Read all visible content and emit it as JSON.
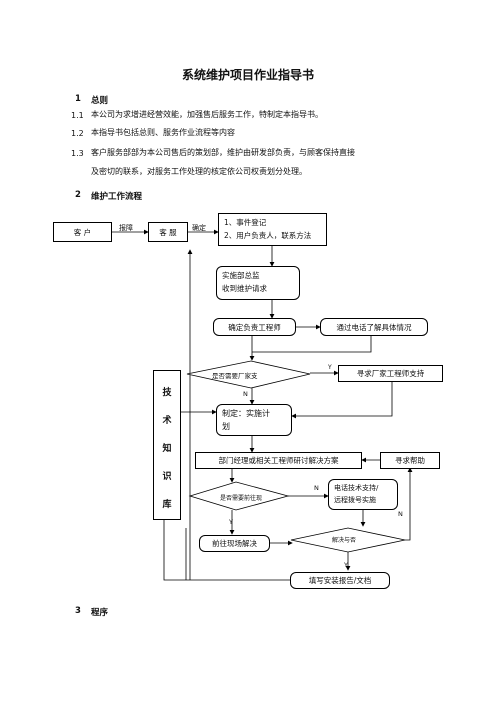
{
  "document": {
    "title": "系统维护项目作业指导书",
    "sections": [
      {
        "number": "1",
        "heading": "总则",
        "items": [
          {
            "number": "1.1",
            "text": "本公司为求增进经营效能，加强售后服务工作，特制定本指导书。"
          },
          {
            "number": "1.2",
            "text": "本指导书包括总则、服务作业流程等内容"
          },
          {
            "number": "1.3",
            "text": "客户服务部部为本公司售后的策划部，维护由研发部负责，与顾客保持直接",
            "continuation": "及密切的联系，对服务工作处理的核定依公司权责划分处理。"
          }
        ]
      },
      {
        "number": "2",
        "heading": "维护工作流程"
      },
      {
        "number": "3",
        "heading": "程序"
      }
    ]
  },
  "flowchart": {
    "customer": "客  户",
    "report": "报障",
    "service": "客  服",
    "confirm": "确定",
    "register_line1": "1、事件登记",
    "register_line2": "2、用户负责人，联系方法",
    "director_line1": "实施部总监",
    "director_line2": "收到维护请求",
    "assign_engineer": "确定负责工程师",
    "phone_understand": "通过电话了解具体情况",
    "need_vendor": "是否需要厂家支",
    "vendor_support": "寻求厂家工程师支持",
    "plan_line1": "制定：实施计",
    "plan_line2": "划",
    "knowledge_base": [
      "技",
      "术",
      "知",
      "识",
      "库"
    ],
    "discuss": "部门经理或相关工程师研讨解决方案",
    "seek_help": "寻求帮助",
    "need_onsite": "是否需要前往现",
    "phone_support_line1": "电话技术支持/",
    "phone_support_line2": "远程拨号实施",
    "onsite": "前往现场解决",
    "solved": "解决与否",
    "report_doc": "填写安装报告/文档",
    "yes": "Y",
    "no": "N"
  }
}
